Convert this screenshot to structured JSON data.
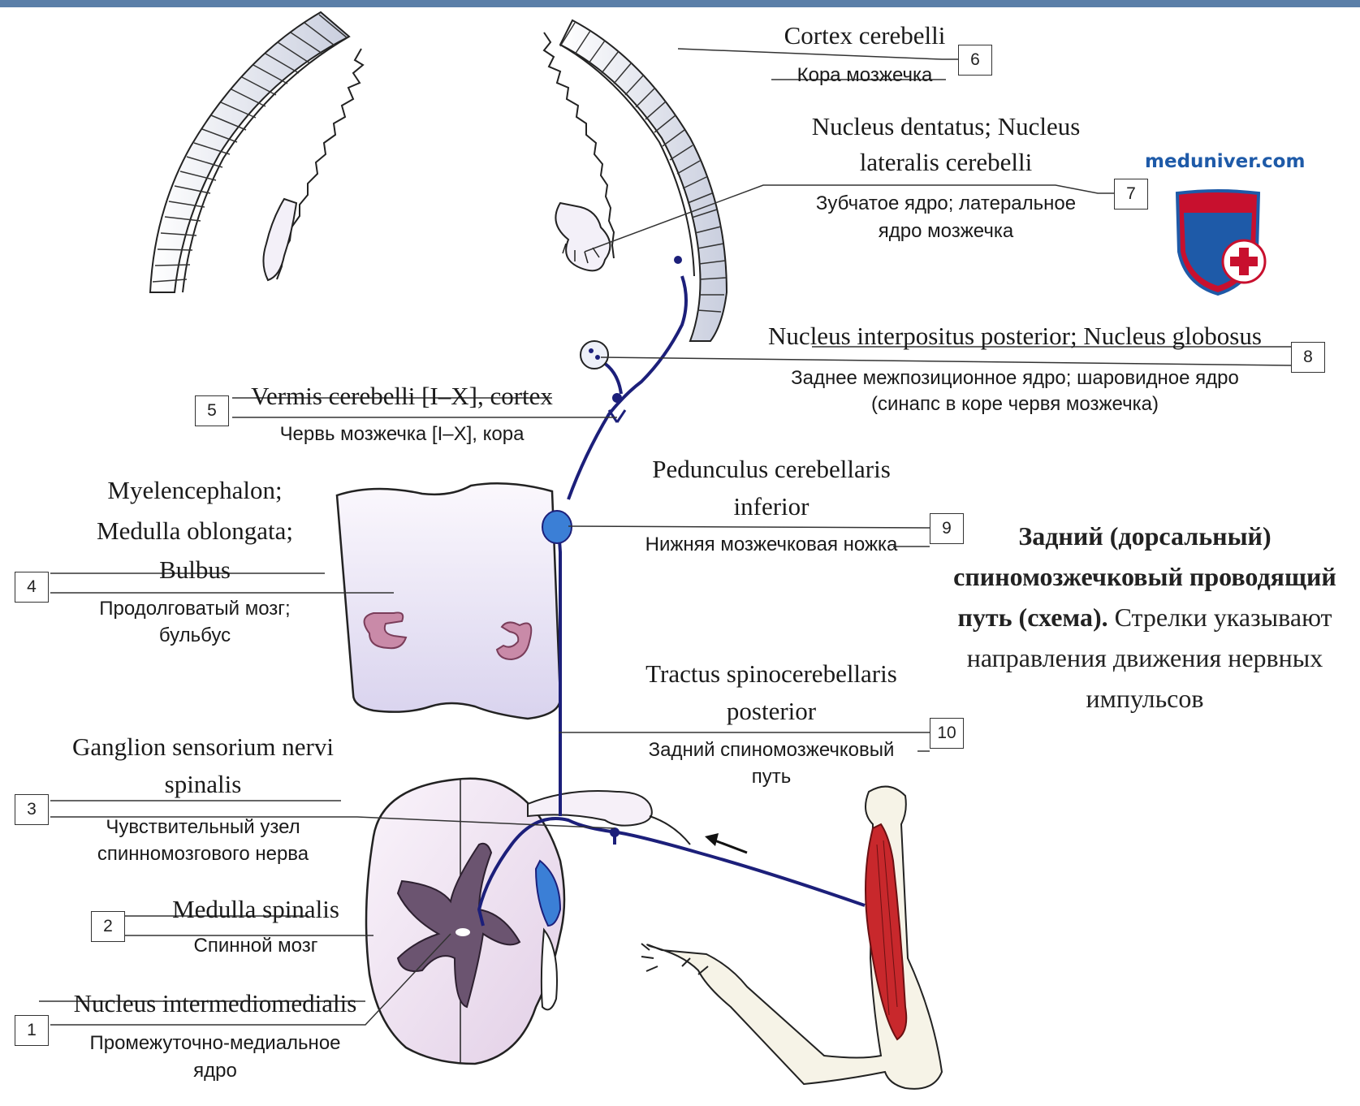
{
  "watermark": "meduniver.com",
  "caption": {
    "bold": "Задний (дорсальный) спиномозжечковый проводящий путь (схема).",
    "normal": "Стрелки указывают направления движения нервных импульсов",
    "lines": [
      "Задний (дорсальный)",
      "спиномозжечковый проводящий",
      "путь (схема).",
      "Стрелки указывают",
      "направления движения нервных",
      "импульсов"
    ]
  },
  "labels": [
    {
      "num": "1",
      "latin": [
        "Nucleus intermediomedialis"
      ],
      "russian": [
        "Промежуточно-медиальное",
        "ядро"
      ]
    },
    {
      "num": "2",
      "latin": [
        "Medulla spinalis"
      ],
      "russian": [
        "Спинной мозг"
      ]
    },
    {
      "num": "3",
      "latin": [
        "Ganglion sensorium nervi",
        "spinalis"
      ],
      "russian": [
        "Чувствительный узел",
        "спинномозгового нерва"
      ]
    },
    {
      "num": "4",
      "latin": [
        "Myelencephalon;",
        "Medulla oblongata;",
        "Bulbus"
      ],
      "russian": [
        "Продолговатый мозг;",
        "бульбус"
      ]
    },
    {
      "num": "5",
      "latin": [
        "Vermis cerebelli [I–X], cortex"
      ],
      "russian": [
        "Червь мозжечка [I–X], кора"
      ]
    },
    {
      "num": "6",
      "latin": [
        "Cortex cerebelli"
      ],
      "russian": [
        "Кора мозжечка"
      ]
    },
    {
      "num": "7",
      "latin": [
        "Nucleus dentatus; Nucleus",
        "lateralis cerebelli"
      ],
      "russian": [
        "Зубчатое ядро; латеральное",
        "ядро мозжечка"
      ]
    },
    {
      "num": "8",
      "latin": [
        "Nucleus interpositus posterior; Nucleus globosus"
      ],
      "russian": [
        "Заднее межпозиционное ядро; шаровидное ядро",
        "(синапс в коре червя мозжечка)"
      ]
    },
    {
      "num": "9",
      "latin": [
        "Pedunculus cerebellaris",
        "inferior"
      ],
      "russian": [
        "Нижняя мозжечковая ножка"
      ]
    },
    {
      "num": "10",
      "latin": [
        "Tractus spinocerebellaris",
        "posterior"
      ],
      "russian": [
        "Задний спиномозжечковый",
        "путь"
      ]
    }
  ],
  "colors": {
    "pathway": "#1c1f7a",
    "tract": "#3b7fd6",
    "gray_matter": "#6b5470",
    "muscle": "#c8282c",
    "nucleus": "#b0607a",
    "tissue": "#eee6f4"
  }
}
